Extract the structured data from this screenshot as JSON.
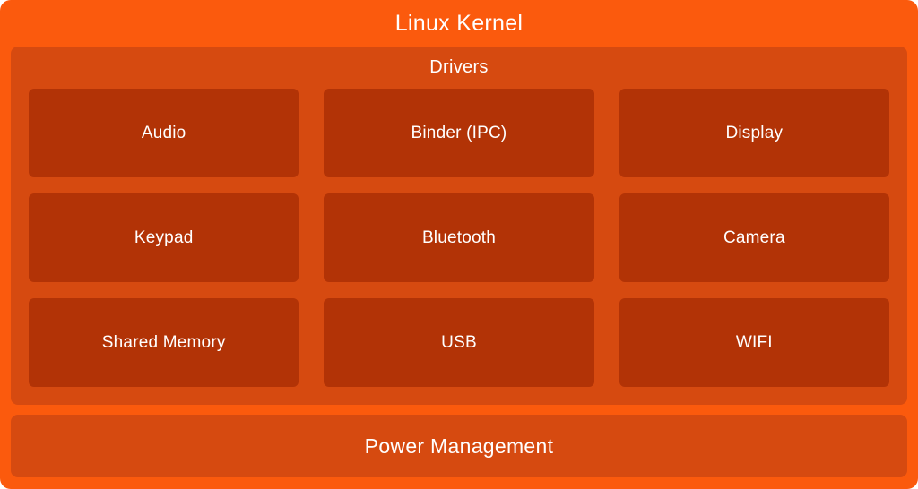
{
  "diagram": {
    "title": "Linux Kernel",
    "drivers": {
      "label": "Drivers",
      "items": [
        "Audio",
        "Binder (IPC)",
        "Display",
        "Keypad",
        "Bluetooth",
        "Camera",
        "Shared Memory",
        "USB",
        "WIFI"
      ]
    },
    "power": {
      "label": "Power Management"
    }
  },
  "colors": {
    "outer": "#FB5A0D",
    "section": "#D64A10",
    "box": "#B23306",
    "text": "#FFFFFF"
  }
}
